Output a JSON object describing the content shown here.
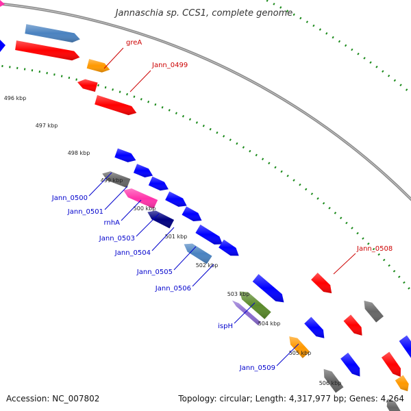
{
  "title": "Jannaschia sp. CCS1, complete genome",
  "footer": {
    "accession": "Accession: NC_007802",
    "summary": "Topology: circular; Length: 4,317,977 bp; Genes: 4,264"
  },
  "colors": {
    "backbone": "#8a8a8a",
    "tick_dots": "#1a8a1a",
    "forward_label": "#cc0000",
    "reverse_label": "#0000cc",
    "red": "#ff0000",
    "orange": "#ff9900",
    "steelblue": "#4a82c0",
    "blue": "#0000ff",
    "gray": "#666666",
    "pink": "#ff33aa",
    "navy": "#000080",
    "green": "#5a8a2a",
    "purple": "#8a6ad0"
  },
  "ticks": [
    "496 kbp",
    "497 kbp",
    "498 kbp",
    "499 kbp",
    "500 kbp",
    "501 kbp",
    "502 kbp",
    "503 kbp",
    "504 kbp",
    "505 kbp",
    "506 kbp"
  ],
  "labels_forward": [
    "greA",
    "Jann_0499",
    "Jann_0508"
  ],
  "labels_reverse": [
    "Jann_0500",
    "Jann_0501",
    "rnhA",
    "Jann_0503",
    "Jann_0504",
    "Jann_0505",
    "Jann_0506",
    "ispH",
    "Jann_0509"
  ]
}
